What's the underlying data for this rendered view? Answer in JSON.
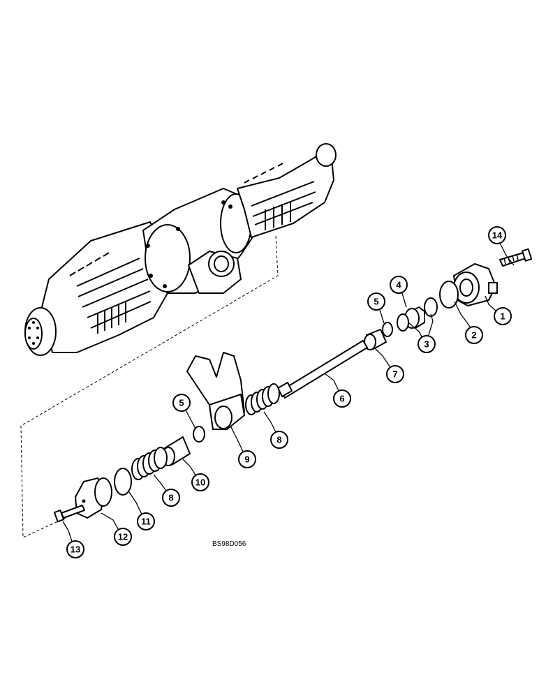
{
  "drawing_code": "BS98D056",
  "callouts": [
    {
      "id": "c1",
      "label": "1"
    },
    {
      "id": "c2",
      "label": "2"
    },
    {
      "id": "c3",
      "label": "3"
    },
    {
      "id": "c4",
      "label": "4"
    },
    {
      "id": "c5a",
      "label": "5"
    },
    {
      "id": "c5b",
      "label": "5"
    },
    {
      "id": "c6",
      "label": "6"
    },
    {
      "id": "c7",
      "label": "7"
    },
    {
      "id": "c8a",
      "label": "8"
    },
    {
      "id": "c8b",
      "label": "8"
    },
    {
      "id": "c9",
      "label": "9"
    },
    {
      "id": "c10",
      "label": "10"
    },
    {
      "id": "c11",
      "label": "11"
    },
    {
      "id": "c12",
      "label": "12"
    },
    {
      "id": "c13",
      "label": "13"
    },
    {
      "id": "c14",
      "label": "14"
    }
  ]
}
